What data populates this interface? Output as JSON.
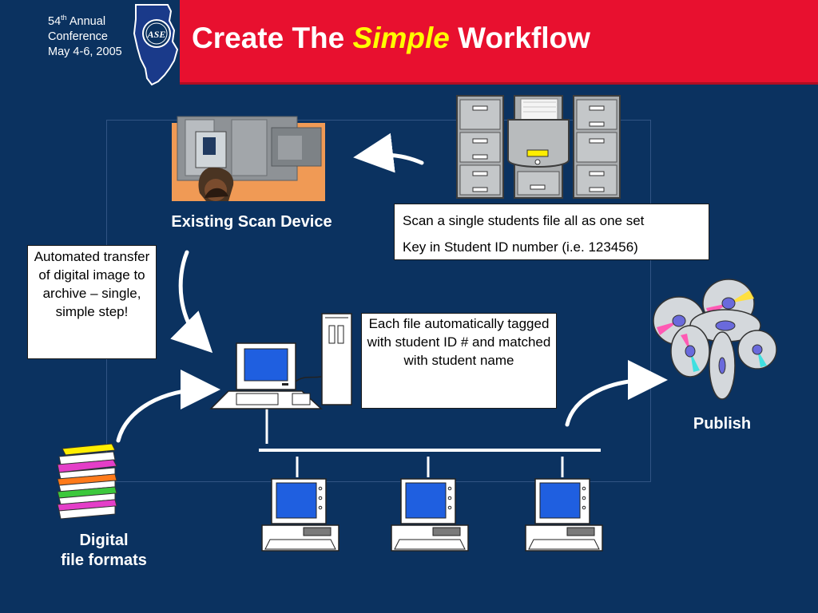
{
  "header": {
    "conference": {
      "line1_number": "54",
      "line1_suffix": "th",
      "line1_rest": " Annual",
      "line2": "Conference",
      "line3": "May 4-6, 2005"
    },
    "title": {
      "before": "Create The ",
      "emphasis": "Simple",
      "after": " Workflow"
    },
    "logo_text": "ASE"
  },
  "labels": {
    "scan_device": "Existing Scan Device",
    "publish": "Publish",
    "digital_line1": "Digital",
    "digital_line2": "file formats"
  },
  "boxes": {
    "automated": "Automated transfer of digital image to archive – single, simple step!",
    "scan_line1": "Scan a single students file all as one set",
    "scan_line2": "Key in Student ID number (i.e. 123456)",
    "tagged": "Each file automatically tagged with student ID # and matched with student name"
  },
  "colors": {
    "background": "#0b3260",
    "title_bar": "#e8102f",
    "title_emphasis": "#ffff00",
    "screen": "#1f5fe0"
  },
  "icons": [
    "scanner-icon",
    "file-cabinet-icon",
    "computer-icon",
    "cd-stack-icon",
    "document-stack-icon",
    "curved-arrow-icon"
  ]
}
